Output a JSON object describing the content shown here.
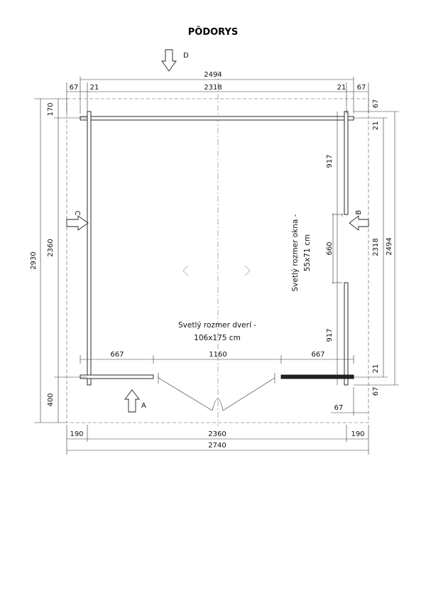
{
  "title": "PÔDORYS",
  "view_labels": {
    "a": "A",
    "b": "B",
    "c": "C",
    "d": "D"
  },
  "dims": {
    "top_total": "2494",
    "top_left_67": "67",
    "top_left_21": "21",
    "top_mid": "2318",
    "top_right_21": "21",
    "top_right_67": "67",
    "bottom_190_left": "190",
    "bottom_mid": "2360",
    "bottom_190_right": "190",
    "bottom_total": "2740",
    "left_170": "170",
    "left_2360": "2360",
    "left_2930": "2930",
    "left_400": "400",
    "right_917_top": "917",
    "right_660": "660",
    "right_917_bottom": "917",
    "right_67_top": "67",
    "right_21_top": "21",
    "right_2318": "2318",
    "right_2494": "2494",
    "right_21_bottom": "21",
    "right_67_bottom": "67",
    "front_667_left": "667",
    "front_1160": "1160",
    "front_667_right": "667",
    "front_67": "67"
  },
  "notes": {
    "door_line1": "Svetlý rozmer dverí -",
    "door_line2": "106x175 cm",
    "window_line1": "Svetlý rozmer okna -",
    "window_line2": "55x71 cm"
  }
}
